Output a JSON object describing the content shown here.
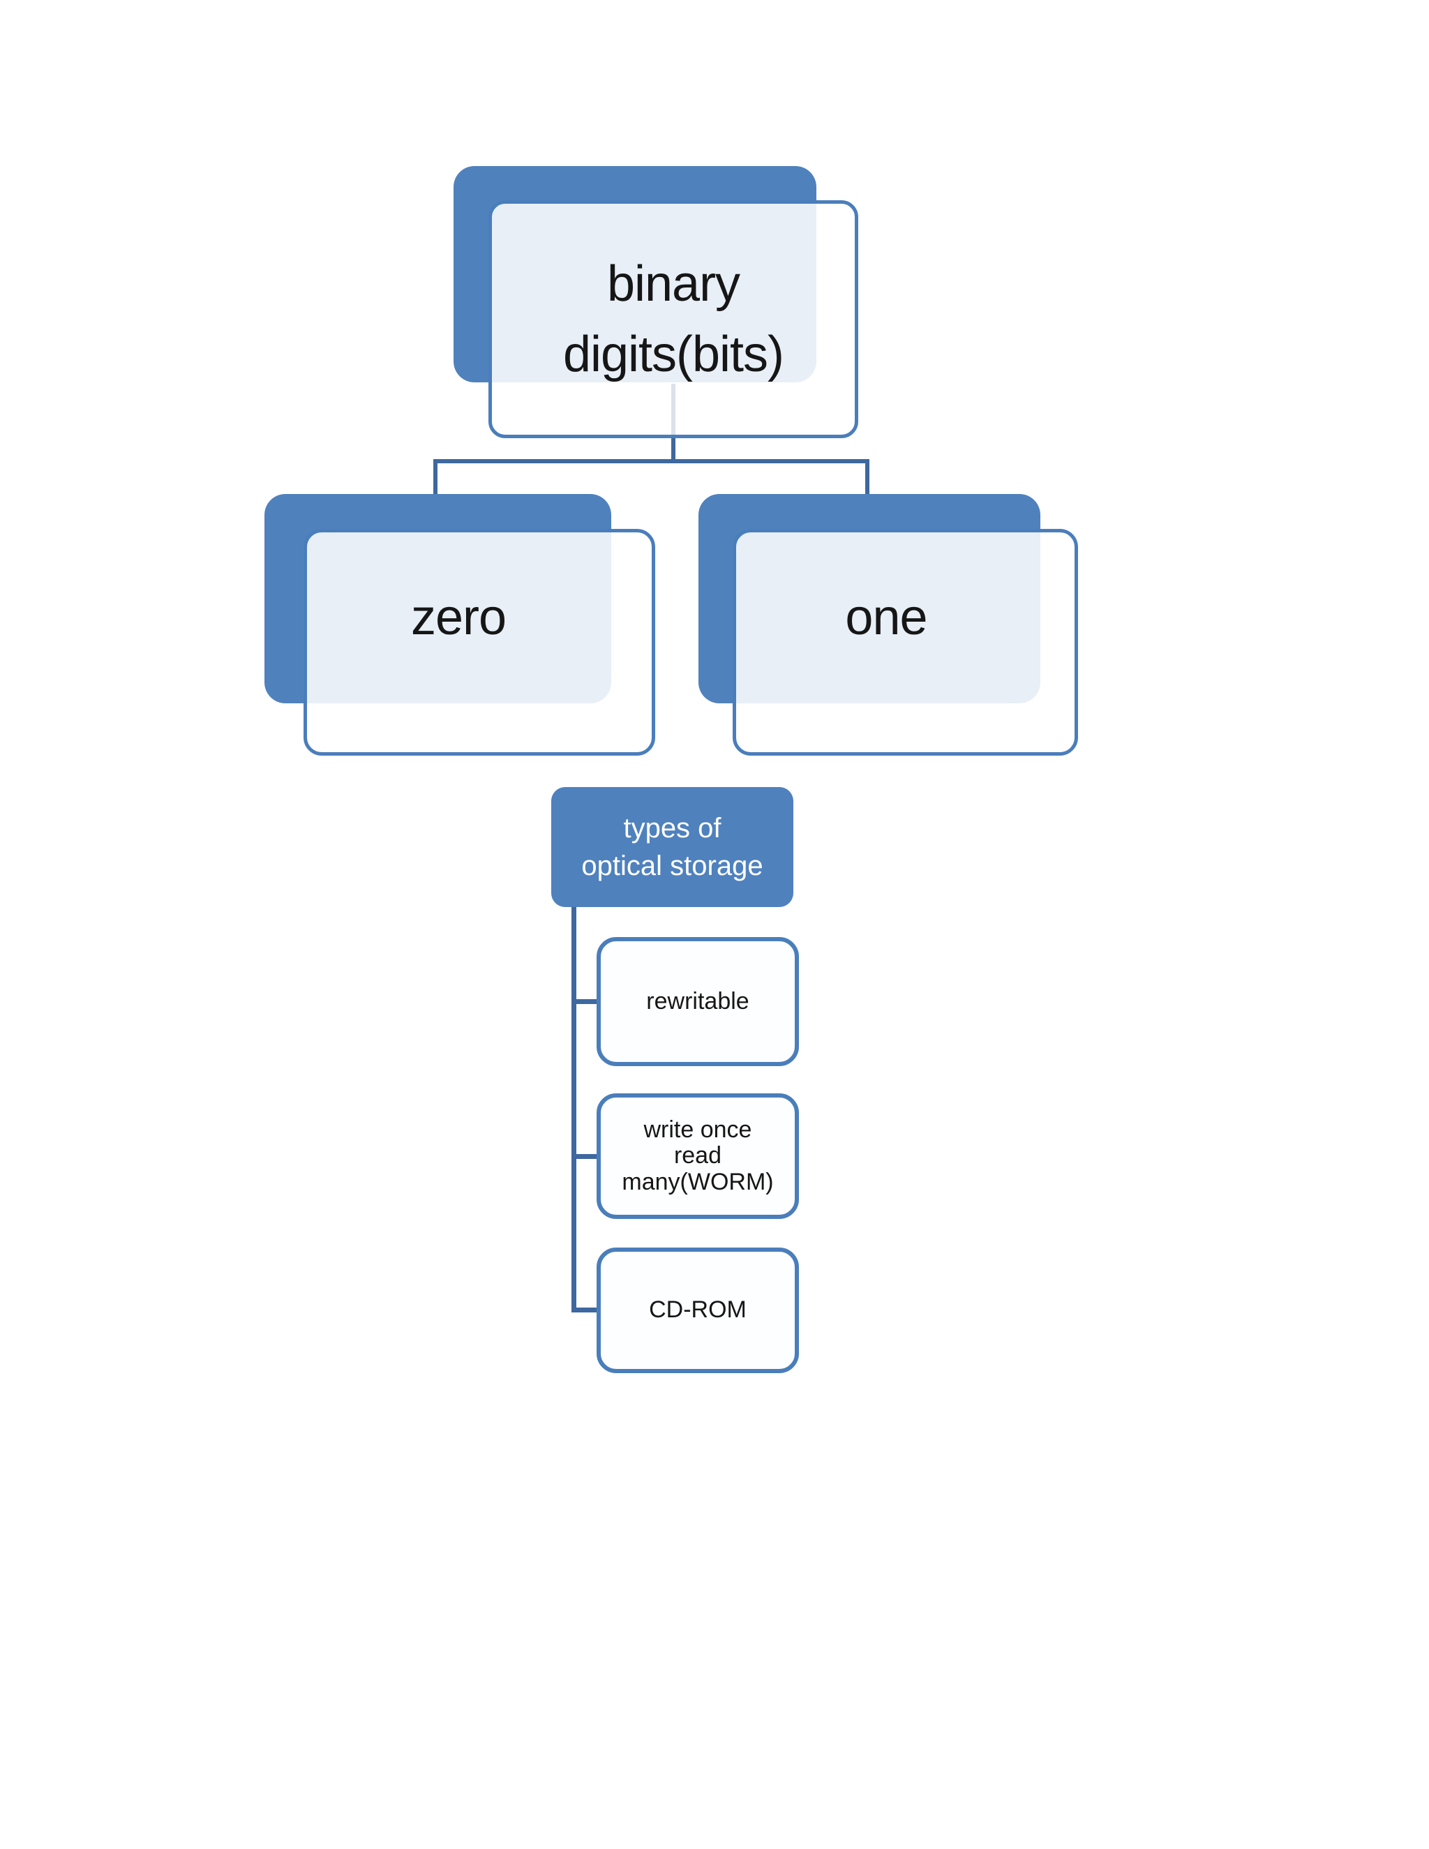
{
  "diagram": {
    "root": {
      "label": "binary digits(bits)",
      "lines": {
        "0": "binary",
        "1": "digits(bits)"
      }
    },
    "children": {
      "0": {
        "label": "zero"
      },
      "1": {
        "label": "one"
      }
    },
    "subtree": {
      "header": {
        "label": "types of optical storage",
        "lines": {
          "0": "types of",
          "1": "optical storage"
        }
      },
      "items": {
        "0": {
          "label": "rewritable",
          "lines": {
            "0": "rewritable"
          }
        },
        "1": {
          "label": "write once read many(WORM)",
          "lines": {
            "0": "write once",
            "1": "read",
            "2": "many(WORM)"
          }
        },
        "2": {
          "label": "CD-ROM",
          "lines": {
            "0": "CD-ROM"
          }
        }
      }
    }
  },
  "theme": {
    "accent": "#4f81bd",
    "border": "#4a7ebb",
    "connector": "#3e689f",
    "card_tint": "#eceef6",
    "text_dark": "#161616",
    "text_light": "#ffffff",
    "background": "#ffffff"
  }
}
